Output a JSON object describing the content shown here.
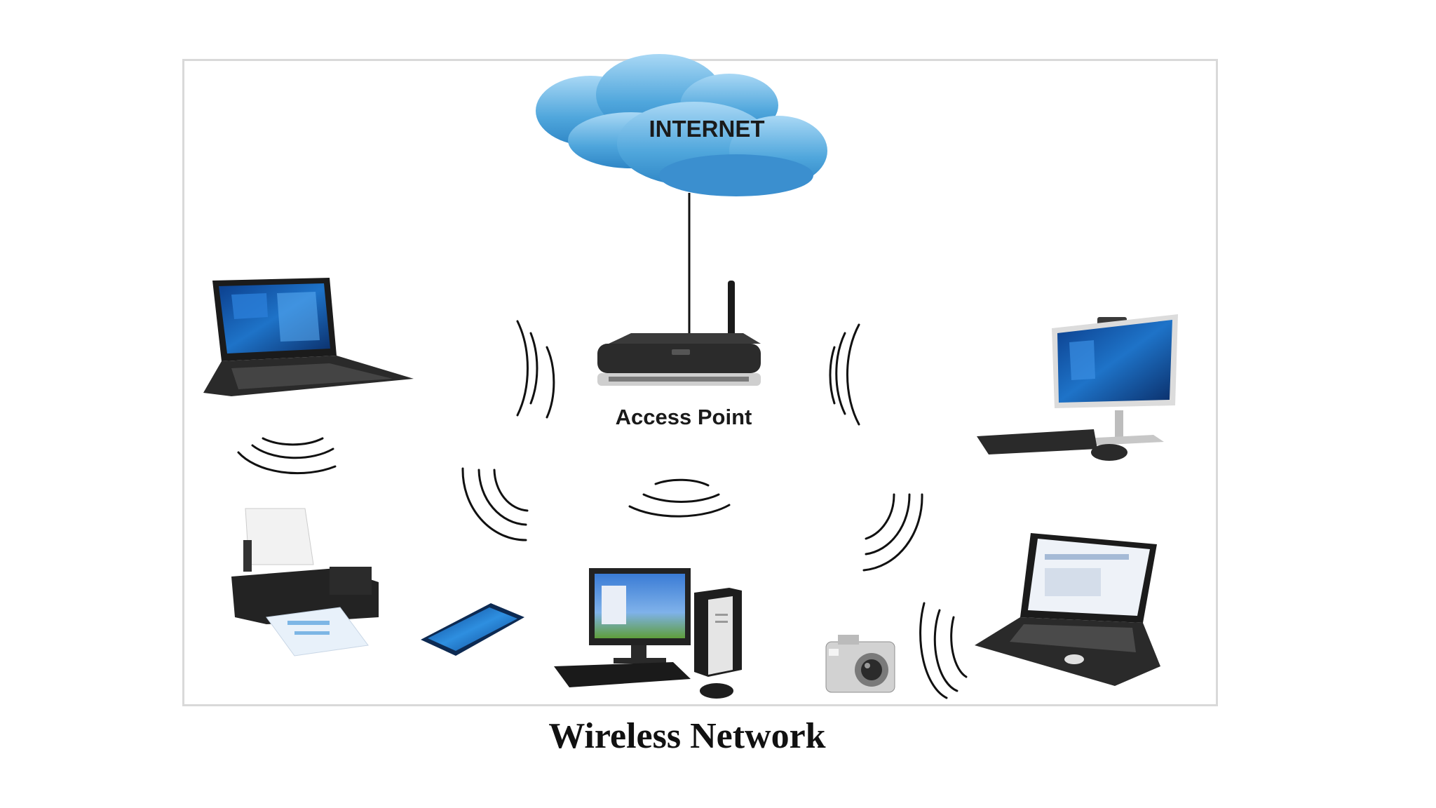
{
  "diagram": {
    "cloud_label": "INTERNET",
    "access_point_label": "Access Point",
    "caption": "Wireless Network",
    "nodes": [
      {
        "id": "internet",
        "icon": "cloud-icon"
      },
      {
        "id": "access-point",
        "icon": "router-icon"
      },
      {
        "id": "laptop-top-left",
        "icon": "laptop-icon"
      },
      {
        "id": "printer",
        "icon": "printer-icon"
      },
      {
        "id": "smartphone",
        "icon": "smartphone-icon"
      },
      {
        "id": "desktop-pc",
        "icon": "desktop-computer-icon"
      },
      {
        "id": "camera",
        "icon": "camera-icon"
      },
      {
        "id": "all-in-one-pc",
        "icon": "all-in-one-computer-icon"
      },
      {
        "id": "laptop-bottom-right",
        "icon": "laptop-icon"
      }
    ],
    "edges": [
      {
        "from": "internet",
        "to": "access-point",
        "type": "wired"
      }
    ],
    "colors": {
      "cloud": "#4fa6dc",
      "router": "#2b2b2b",
      "screen": "#1e73c8",
      "frame": "#d9d9d9"
    }
  }
}
